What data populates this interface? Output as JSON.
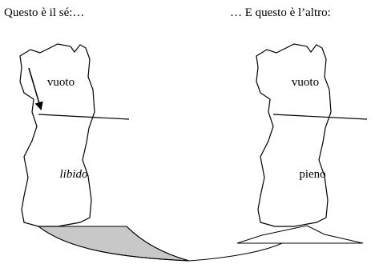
{
  "captions": {
    "left": "Questo è il sé:…",
    "right": "… E questo è l’altro:"
  },
  "self_figure": {
    "top_label": "vuoto",
    "bottom_label": "libido"
  },
  "other_figure": {
    "top_label": "vuoto",
    "bottom_label": "pieno"
  },
  "colors": {
    "line": "#000000",
    "shaded_region": "#c8c8c8",
    "background": "#ffffff"
  }
}
